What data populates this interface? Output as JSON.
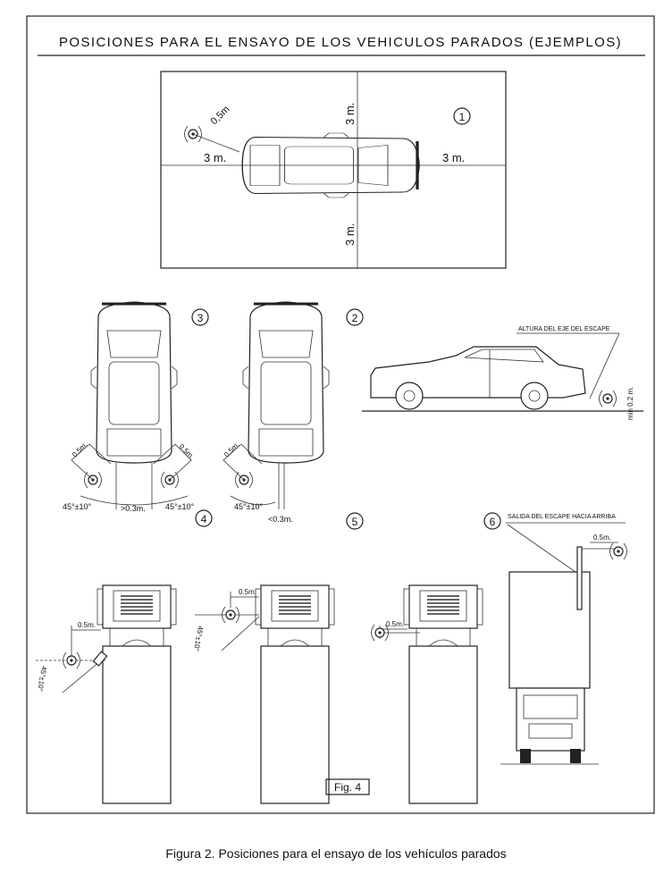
{
  "figure": {
    "title": "POSICIONES PARA EL ENSAYO DE LOS VEHICULOS PARADOS (EJEMPLOS)",
    "fig_label": "Fig. 4",
    "caption": "Figura 2. Posiciones para el ensayo de los vehículos parados"
  },
  "panel1": {
    "number": "1",
    "dist_top": "3 m.",
    "dist_bottom": "3 m.",
    "dist_left": "3 m.",
    "dist_right": "3 m.",
    "mic_dist": "0,5m"
  },
  "panel2": {
    "number": "2",
    "mic_dist": "0.5m.",
    "angle": "45°±10°",
    "pipe_dist": "<0.3m."
  },
  "panel3": {
    "number": "3",
    "mic_dist_left": "0.5m.",
    "mic_dist_right": "0.5m.",
    "angle_left": "45°±10°",
    "angle_right": "45°±10°",
    "pipe_dist": ">0.3m."
  },
  "side_view": {
    "label": "ALTURA DEL EJE DEL ESCAPE",
    "height": "min 0.2 m."
  },
  "panel4": {
    "number": "4",
    "mic_dist": "0.5m.",
    "angle": "45°±10°"
  },
  "panel5": {
    "number": "5",
    "mic_dist": "0.5m.",
    "angle": "45°±10°"
  },
  "panel6": {
    "number": "6",
    "mic_dist": "0.5m.",
    "label": "SALIDA DEL ESCAPE HACIA ARRIBA",
    "mic_dist_top": "0.5m."
  }
}
